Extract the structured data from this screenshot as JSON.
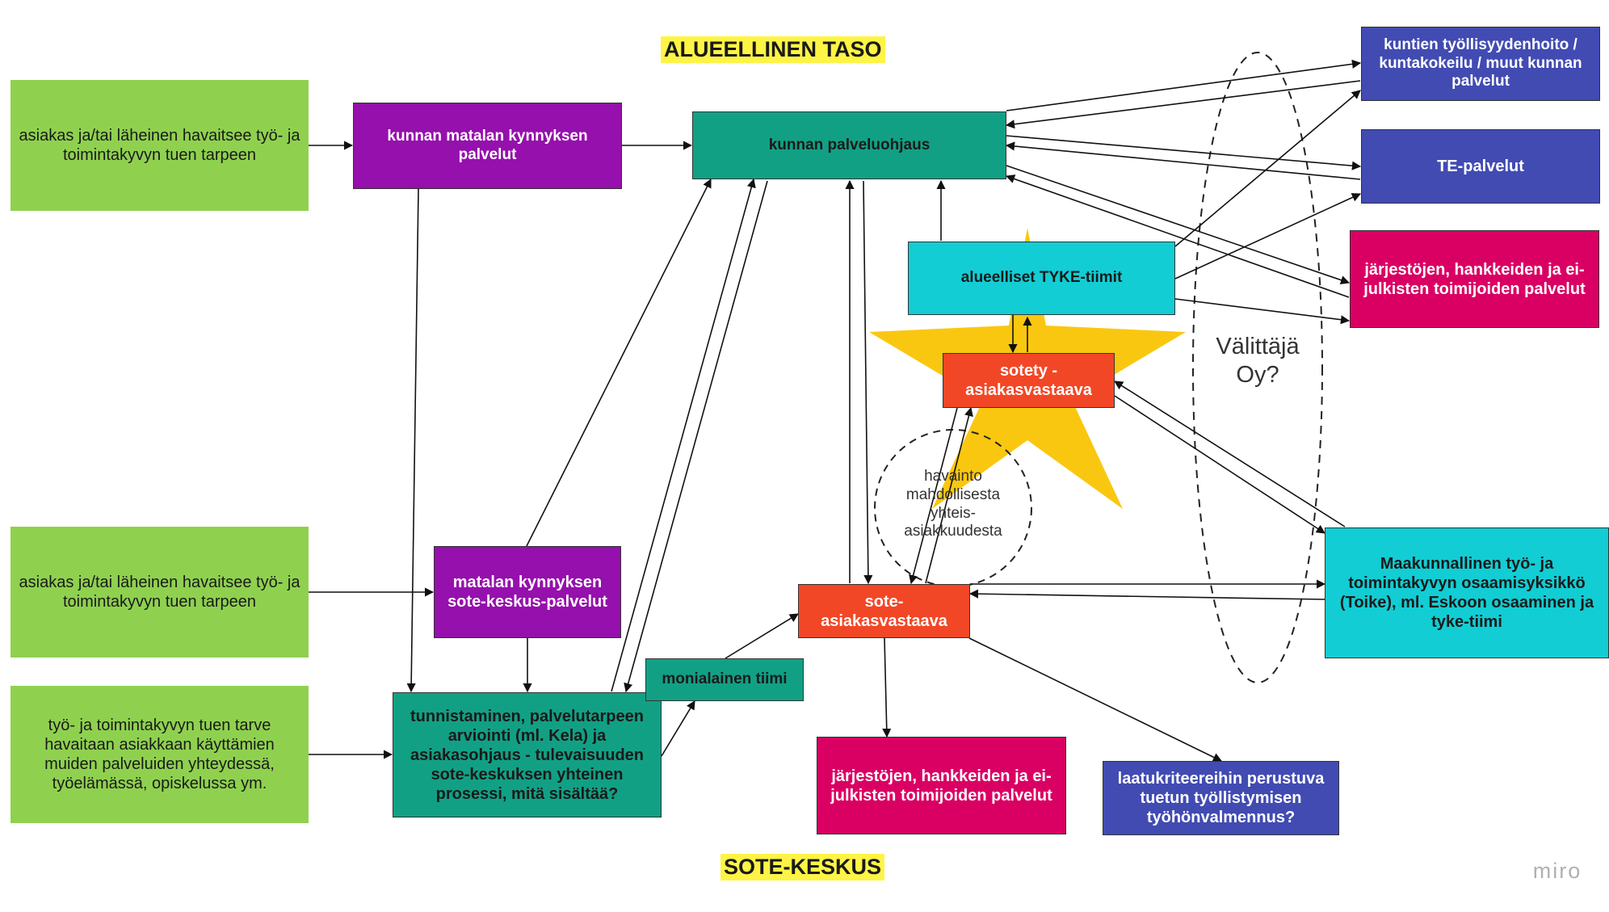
{
  "titles": {
    "top": "ALUEELLINEN TASO",
    "bottom": "SOTE-KESKUS"
  },
  "nodes": {
    "green_top": "asiakas ja/tai läheinen havaitsee työ- ja toimintakyvyn tuen tarpeen",
    "green_mid": "asiakas ja/tai läheinen havaitsee työ- ja toimintakyvyn tuen tarpeen",
    "green_bottom": "työ- ja toimintakyvyn tuen tarve havaitaan asiakkaan käyttämien muiden palveluiden yhteydessä, työelämässä, opiskelussa ym.",
    "kunnan_matalan": "kunnan matalan kynnyksen palvelut",
    "kunnan_palveluohjaus": "kunnan palveluohjaus",
    "kuntien_tyollisyys": "kuntien työllisyydenhoito / kuntakokeilu / muut kunnan palvelut",
    "te_palvelut": "TE-palvelut",
    "jarjestojen_top": "järjestöjen, hankkeiden ja ei-julkisten toimijoiden palvelut",
    "tyke_tiimit": "alueelliset TYKE-tiimit",
    "sotety": "sotety - asiakasvastaava",
    "matalan_sote": "matalan kynnyksen sote-keskus-palvelut",
    "tunnistaminen": "tunnistaminen, palvelutarpeen arviointi (ml. Kela) ja asiakasohjaus - tulevaisuuden sote-keskuksen yhteinen prosessi, mitä sisältää?",
    "monialainen": "monialainen tiimi",
    "sote_asiakas": "sote-asiakasvastaava",
    "jarjestojen_bottom": "järjestöjen, hankkeiden ja ei-julkisten toimijoiden palvelut",
    "laatukriteerit": "laatukriteereihin perustuva tuetun työllistymisen työhönvalmennus?",
    "maakunnallinen": "Maakunnallinen työ- ja toimintakyvyn osaamisyksikkö (Toike), ml. Eskoon osaaminen ja tyke-tiimi"
  },
  "annotations": {
    "valittaja": "Välittäjä Oy?",
    "havainto": "havainto mahdollisesta yhteis-asiakkuudesta",
    "brand": "miro"
  },
  "colors": {
    "green": "#8fd14f",
    "purple": "#9510ac",
    "teal": "#12a085",
    "cyan": "#12cdd4",
    "blue": "#414bb2",
    "magenta": "#da0063",
    "orange": "#f24726",
    "star": "#fac710",
    "highlight": "#fef445"
  }
}
